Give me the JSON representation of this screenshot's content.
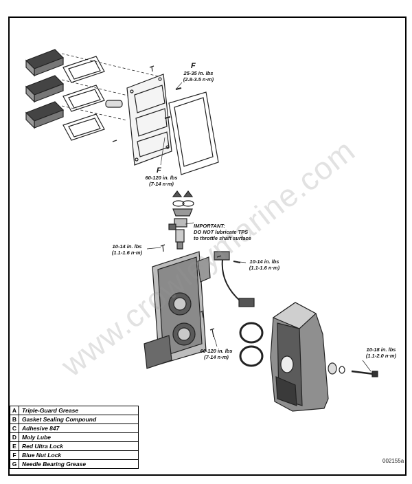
{
  "diagram": {
    "letter_top": "F",
    "letter_mid": "F",
    "torque_top": {
      "line1": "25-35 in. lbs",
      "line2": "(2.8-3.5 n·m)"
    },
    "torque_reed": {
      "line1": "60-120 in. lbs",
      "line2": "(7-14 n·m)"
    },
    "important": {
      "line1": "IMPORTANT:",
      "line2": "DO NOT lubricate TPS",
      "line3": "to throttle shaft surface"
    },
    "torque_left": {
      "line1": "10-14 in. lbs",
      "line2": "(1.1-1.6 n·m)"
    },
    "torque_tps": {
      "line1": "10-14 in. lbs",
      "line2": "(1.1-1.6 n·m)"
    },
    "torque_body": {
      "line1": "60-120 in. lbs",
      "line2": "(7-14 n·m)"
    },
    "torque_cover": {
      "line1": "10-18 in. lbs",
      "line2": "(1.1-2.0 n·m)"
    },
    "watermark": "www.crowleymarine.com",
    "figure_code": "002155a"
  },
  "legend": [
    {
      "key": "A",
      "value": "Triple-Guard Grease"
    },
    {
      "key": "B",
      "value": "Gasket Sealing Compound"
    },
    {
      "key": "C",
      "value": "Adhesive 847"
    },
    {
      "key": "D",
      "value": "Moly Lube"
    },
    {
      "key": "E",
      "value": "Red Ultra Lock"
    },
    {
      "key": "F",
      "value": "Blue Nut Lock"
    },
    {
      "key": "G",
      "value": "Needle Bearing Grease"
    }
  ]
}
